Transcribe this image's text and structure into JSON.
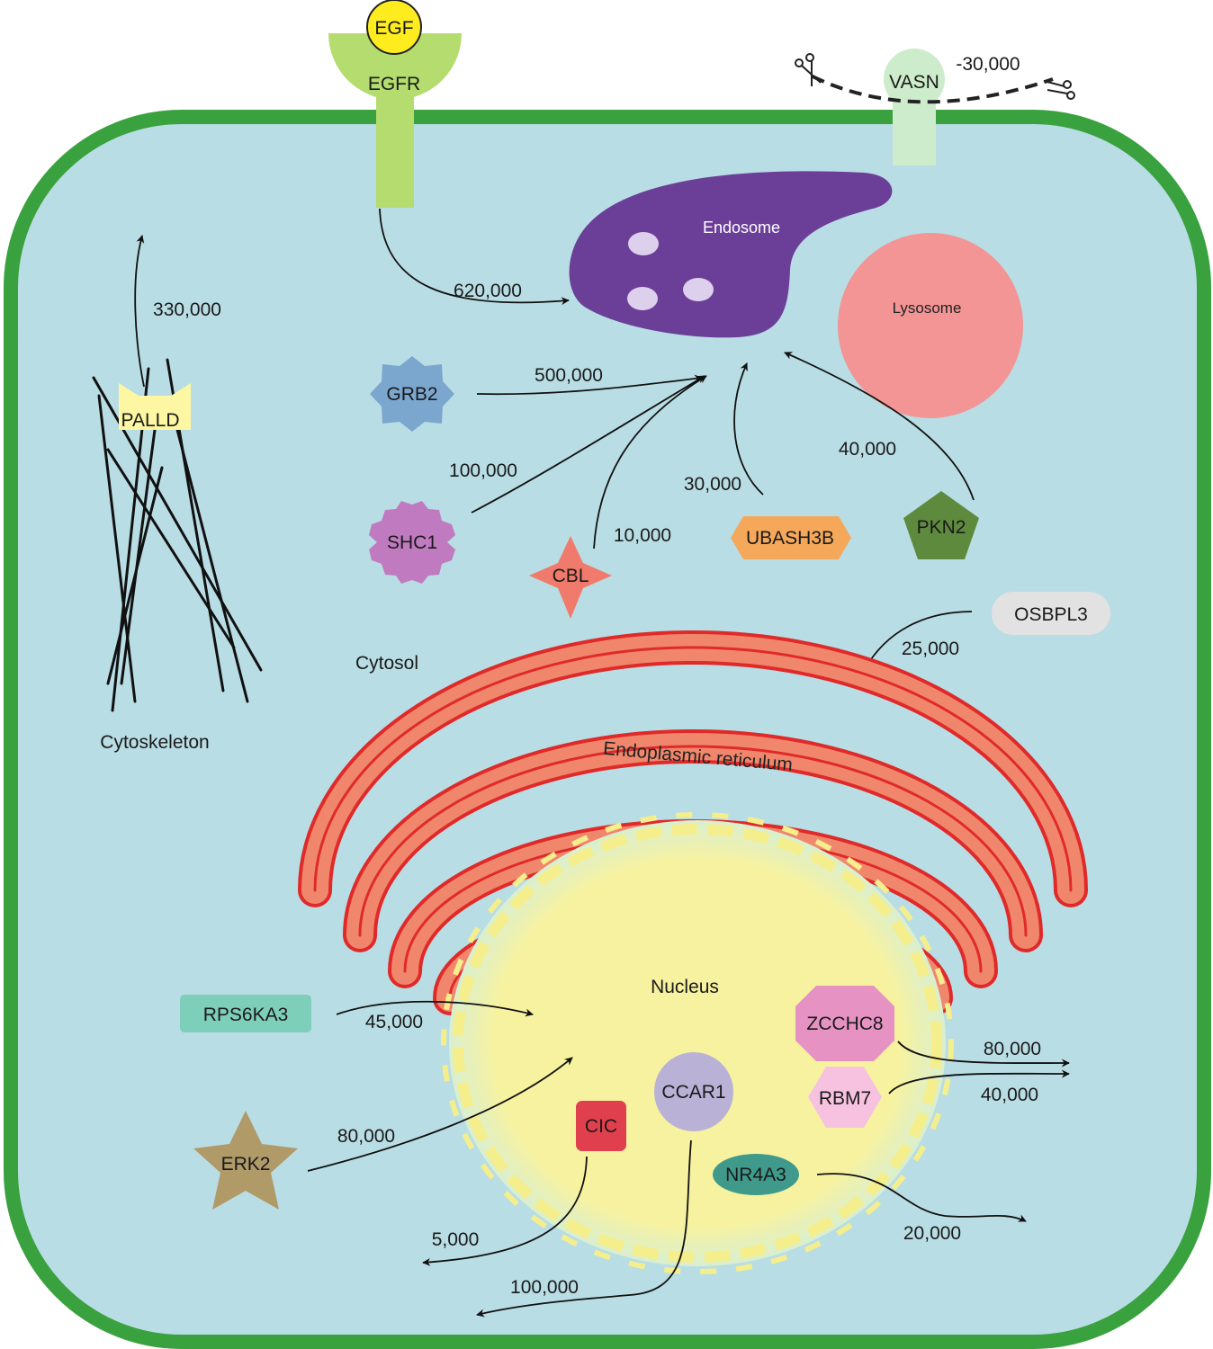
{
  "colors": {
    "membrane": "#3aa13f",
    "cytosol": "#b9dde4",
    "endosome": "#6b3f98",
    "lysosome": "#f29594",
    "er_fill": "#f0876c",
    "er_stroke": "#e02a2a",
    "nucleus": "#f7f2a0",
    "receptor": "#b4dc6e",
    "egf": "#ffec1f",
    "vasn": "#cdeccb"
  },
  "labels": {
    "egf": "EGF",
    "egfr": "EGFR",
    "vasn": "VASN",
    "endosome": "Endosome",
    "lysosome": "Lysosome",
    "cytosol": "Cytosol",
    "cytoskeleton": "Cytoskeleton",
    "er": "Endoplasmic reticulum",
    "nucleus": "Nucleus"
  },
  "proteins": {
    "palld": {
      "label": "PALLD",
      "color": "#fdf7a3"
    },
    "grb2": {
      "label": "GRB2",
      "color": "#7ba7cf"
    },
    "shc1": {
      "label": "SHC1",
      "color": "#c07bc0"
    },
    "cbl": {
      "label": "CBL",
      "color": "#f07a6b"
    },
    "ubash3b": {
      "label": "UBASH3B",
      "color": "#f5a85a"
    },
    "pkn2": {
      "label": "PKN2",
      "color": "#5e8a3e"
    },
    "osbpl3": {
      "label": "OSBPL3",
      "color": "#e2e2e2"
    },
    "rps6ka3": {
      "label": "RPS6KA3",
      "color": "#7ecfb9"
    },
    "erk2": {
      "label": "ERK2",
      "color": "#b09a68"
    },
    "cic": {
      "label": "CIC",
      "color": "#e0404d"
    },
    "ccar1": {
      "label": "CCAR1",
      "color": "#b9b2d6"
    },
    "zcchc8": {
      "label": "ZCCHC8",
      "color": "#e693c4"
    },
    "rbm7": {
      "label": "RBM7",
      "color": "#f7c2e0"
    },
    "nr4a3": {
      "label": "NR4A3",
      "color": "#3f9a8b"
    }
  },
  "flows": {
    "vasn": "-30,000",
    "egfr": "620,000",
    "palld": "330,000",
    "grb2": "500,000",
    "shc1": "100,000",
    "cbl": "10,000",
    "ubash3b": "30,000",
    "pkn2": "40,000",
    "osbpl3": "25,000",
    "rps6ka3": "45,000",
    "erk2": "80,000",
    "zcchc8": "80,000",
    "rbm7": "40,000",
    "nr4a3": "20,000",
    "cic": "5,000",
    "ccar1": "100,000"
  }
}
